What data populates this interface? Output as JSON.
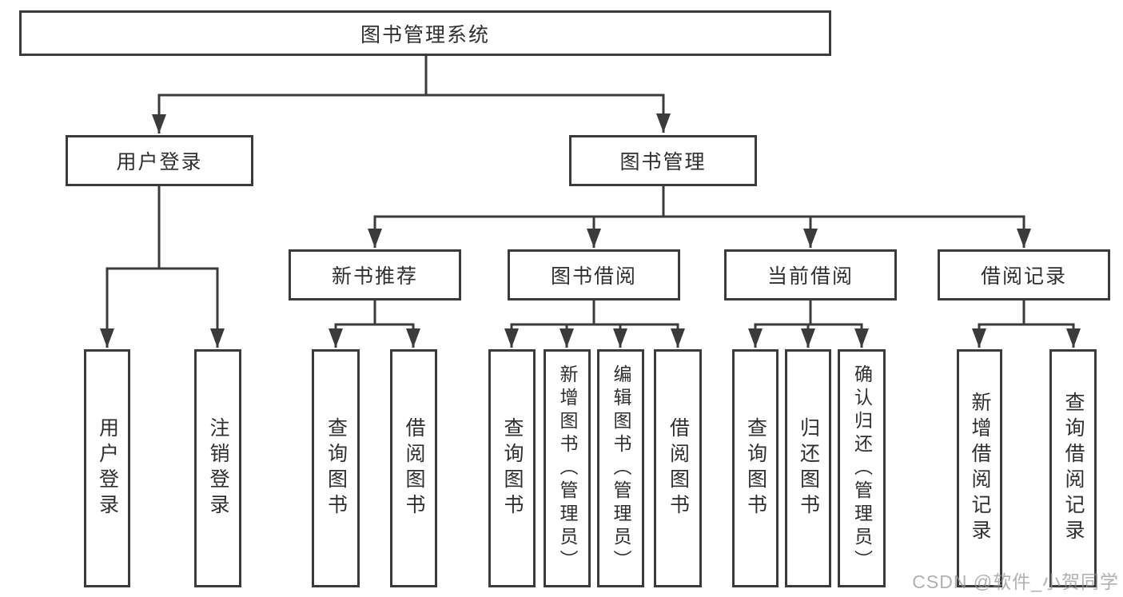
{
  "diagram": {
    "title": "图书管理系统",
    "root": {
      "label": "图书管理系统"
    },
    "level2": {
      "user_login": {
        "label": "用户登录"
      },
      "book_management": {
        "label": "图书管理"
      }
    },
    "level3": {
      "new_book_recommend": {
        "label": "新书推荐"
      },
      "book_borrow": {
        "label": "图书借阅"
      },
      "current_borrow": {
        "label": "当前借阅"
      },
      "borrow_record": {
        "label": "借阅记录"
      }
    },
    "leaves": {
      "user_login": {
        "label": "用户登录"
      },
      "logout": {
        "label": "注销登录"
      },
      "recommend_query_book": {
        "label": "查询图书"
      },
      "recommend_borrow_book": {
        "label": "借阅图书"
      },
      "borrow_query_book": {
        "label": "查询图书"
      },
      "borrow_add_book": {
        "label": "新增图书（管理员）"
      },
      "borrow_edit_book": {
        "label": "编辑图书（管理员）"
      },
      "borrow_borrow_book": {
        "label": "借阅图书"
      },
      "current_query_book": {
        "label": "查询图书"
      },
      "current_return_book": {
        "label": "归还图书"
      },
      "current_confirm_return": {
        "label": "确认归还（管理员）"
      },
      "record_add_record": {
        "label": "新增借阅记录"
      },
      "record_query_record": {
        "label": "查询借阅记录"
      }
    },
    "colors": {
      "line": "#3b3b3b",
      "box_border": "#3b3b3b",
      "box_fill": "#ffffff",
      "text": "#2f2f2f",
      "background": "#ffffff",
      "watermark_text": "#969696"
    }
  },
  "watermark": {
    "text": "CSDN @软件_小贺同学"
  }
}
